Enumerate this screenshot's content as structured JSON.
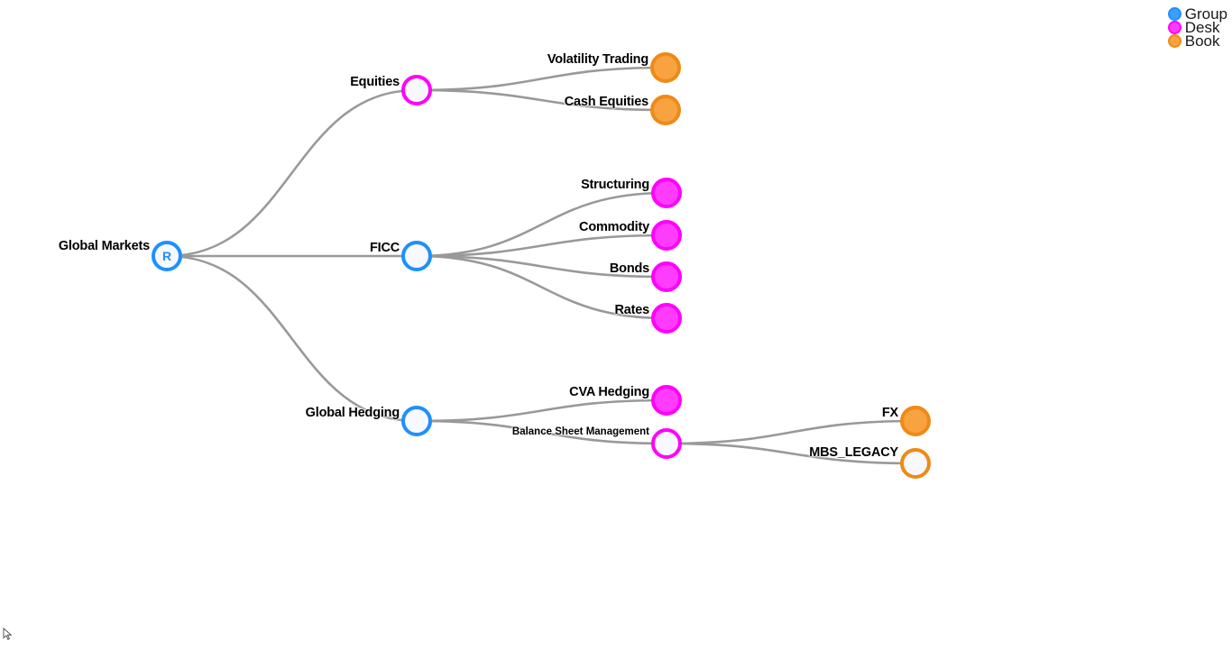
{
  "legend": {
    "items": [
      {
        "label": "Group",
        "color": "#1e90ff",
        "fill": "#3b9eff"
      },
      {
        "label": "Desk",
        "color": "#ff00ff",
        "fill": "#ff3cfc"
      },
      {
        "label": "Book",
        "color": "#ef8a16",
        "fill": "#f9a240"
      }
    ]
  },
  "tree": {
    "link_color": "#999999",
    "label_color": "#000000",
    "hollow_fill": "#f8f8ff",
    "nodes": [
      {
        "label": "Global Markets",
        "type": "group",
        "variant": "root",
        "badge": "R"
      },
      {
        "label": "Equities",
        "type": "desk",
        "variant": "hollow"
      },
      {
        "label": "FICC",
        "type": "group",
        "variant": "hollow"
      },
      {
        "label": "Global Hedging",
        "type": "group",
        "variant": "hollow"
      },
      {
        "label": "Volatility Trading",
        "type": "book",
        "variant": "filled"
      },
      {
        "label": "Cash Equities",
        "type": "book",
        "variant": "filled"
      },
      {
        "label": "Structuring",
        "type": "desk",
        "variant": "filled"
      },
      {
        "label": "Commodity",
        "type": "desk",
        "variant": "filled"
      },
      {
        "label": "Bonds",
        "type": "desk",
        "variant": "filled"
      },
      {
        "label": "Rates",
        "type": "desk",
        "variant": "filled"
      },
      {
        "label": "CVA Hedging",
        "type": "desk",
        "variant": "filled"
      },
      {
        "label": "Balance Sheet Management",
        "type": "desk",
        "variant": "hollow"
      },
      {
        "label": "FX",
        "type": "book",
        "variant": "filled"
      },
      {
        "label": "MBS_LEGACY",
        "type": "book",
        "variant": "hollow"
      }
    ],
    "hierarchy": {
      "name": "Global Markets",
      "children": [
        {
          "name": "Equities",
          "children": [
            {
              "name": "Volatility Trading"
            },
            {
              "name": "Cash Equities"
            }
          ]
        },
        {
          "name": "FICC",
          "children": [
            {
              "name": "Structuring"
            },
            {
              "name": "Commodity"
            },
            {
              "name": "Bonds"
            },
            {
              "name": "Rates"
            }
          ]
        },
        {
          "name": "Global Hedging",
          "children": [
            {
              "name": "CVA Hedging"
            },
            {
              "name": "Balance Sheet Management",
              "children": [
                {
                  "name": "FX"
                },
                {
                  "name": "MBS_LEGACY"
                }
              ]
            }
          ]
        }
      ]
    }
  }
}
